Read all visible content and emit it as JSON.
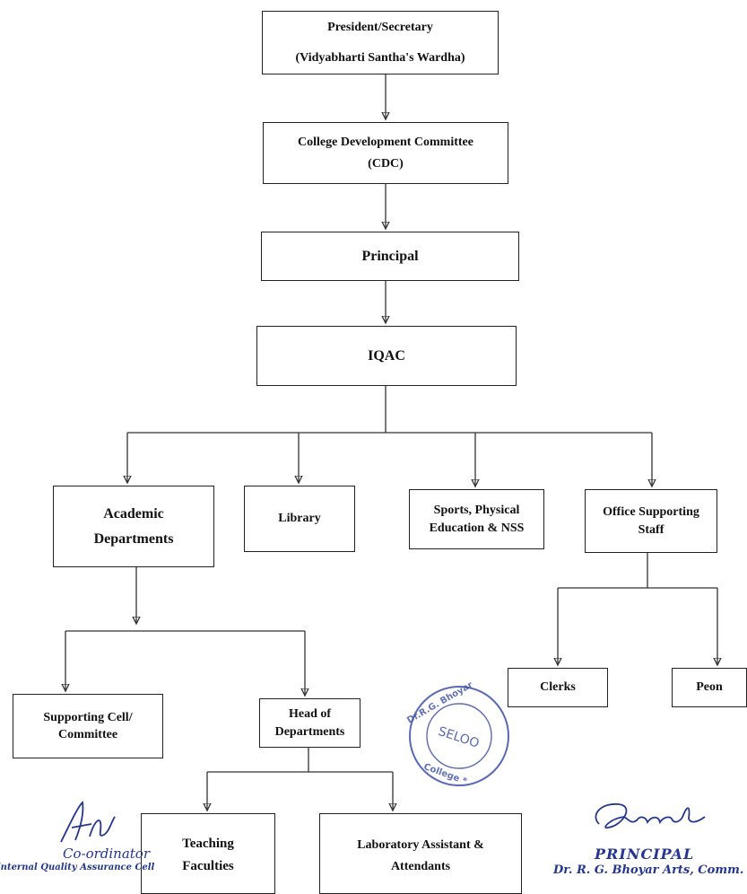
{
  "nodes": {
    "president": [
      "President/Secretary",
      "(Vidyabharti Santha's Wardha)"
    ],
    "cdc": [
      "College Development Committee",
      "(CDC)"
    ],
    "principal": [
      "Principal"
    ],
    "iqac": [
      "IQAC"
    ],
    "academic": [
      "Academic",
      "Departments"
    ],
    "library": [
      "Library"
    ],
    "sports": [
      "Sports, Physical",
      "Education & NSS"
    ],
    "office": [
      "Office Supporting",
      "Staff"
    ],
    "clerks": [
      "Clerks"
    ],
    "peon": [
      "Peon"
    ],
    "supporting_cell": [
      "Supporting Cell/",
      "Committee"
    ],
    "hod": [
      "Head of",
      "Departments"
    ],
    "teaching": [
      "Teaching",
      "Faculties"
    ],
    "lab": [
      "Laboratory Assistant &",
      "Attendants"
    ]
  },
  "signatures": {
    "coordinator_title": "Co-ordinator",
    "coordinator_cell": "Internal Quality Assurance Cell",
    "principal_title": "PRINCIPAL",
    "principal_name": "Dr. R. G. Bhoyar Arts, Comm."
  },
  "stamp_text": {
    "center": "SELOO",
    "ring": "Dr. R. G. Bhoyar ... College ... Seloo"
  },
  "colors": {
    "ink": "#222222",
    "stamp": "#3d4fa8",
    "signature": "#24368f"
  }
}
